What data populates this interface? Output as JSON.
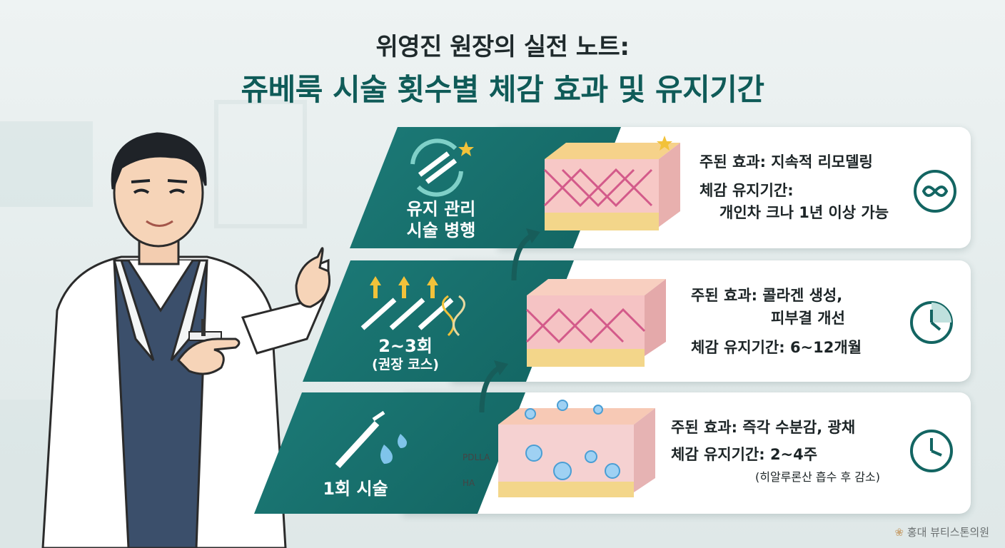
{
  "title_line1": "위영진 원장의 실전 노트:",
  "title_line2": "쥬베룩 시술 횟수별 체감 효과 및 유지기간",
  "steps": [
    {
      "label_lines": [
        "유지 관리",
        "시술 병행"
      ],
      "main_effect": "주된 효과: 지속적 리모델링",
      "duration_title": "체감 유지기간:",
      "duration_value": "개인차 크나 1년 이상 가능",
      "clock_icon": "infinity-clock-icon"
    },
    {
      "label_lines": [
        "2~3회",
        "(권장 코스)"
      ],
      "main_effect_line1": "주된 효과: 콜라겐 생성,",
      "main_effect_line2": "피부결 개선",
      "duration": "체감 유지기간: 6~12개월",
      "clock_icon": "clock-icon"
    },
    {
      "label_lines": [
        "1회 시술"
      ],
      "main_effect": "주된 효과: 즉각 수분감, 광채",
      "duration": "체감 유지기간: 2~4주",
      "note": "(히알루론산 흡수 후 감소)",
      "clock_icon": "clock-icon",
      "layer_labels": [
        "PDLLA",
        "HA"
      ]
    }
  ],
  "clinic_name": "홍대 뷰티스톤의원",
  "colors": {
    "teal": "#136562",
    "title_teal": "#0f5b58"
  }
}
